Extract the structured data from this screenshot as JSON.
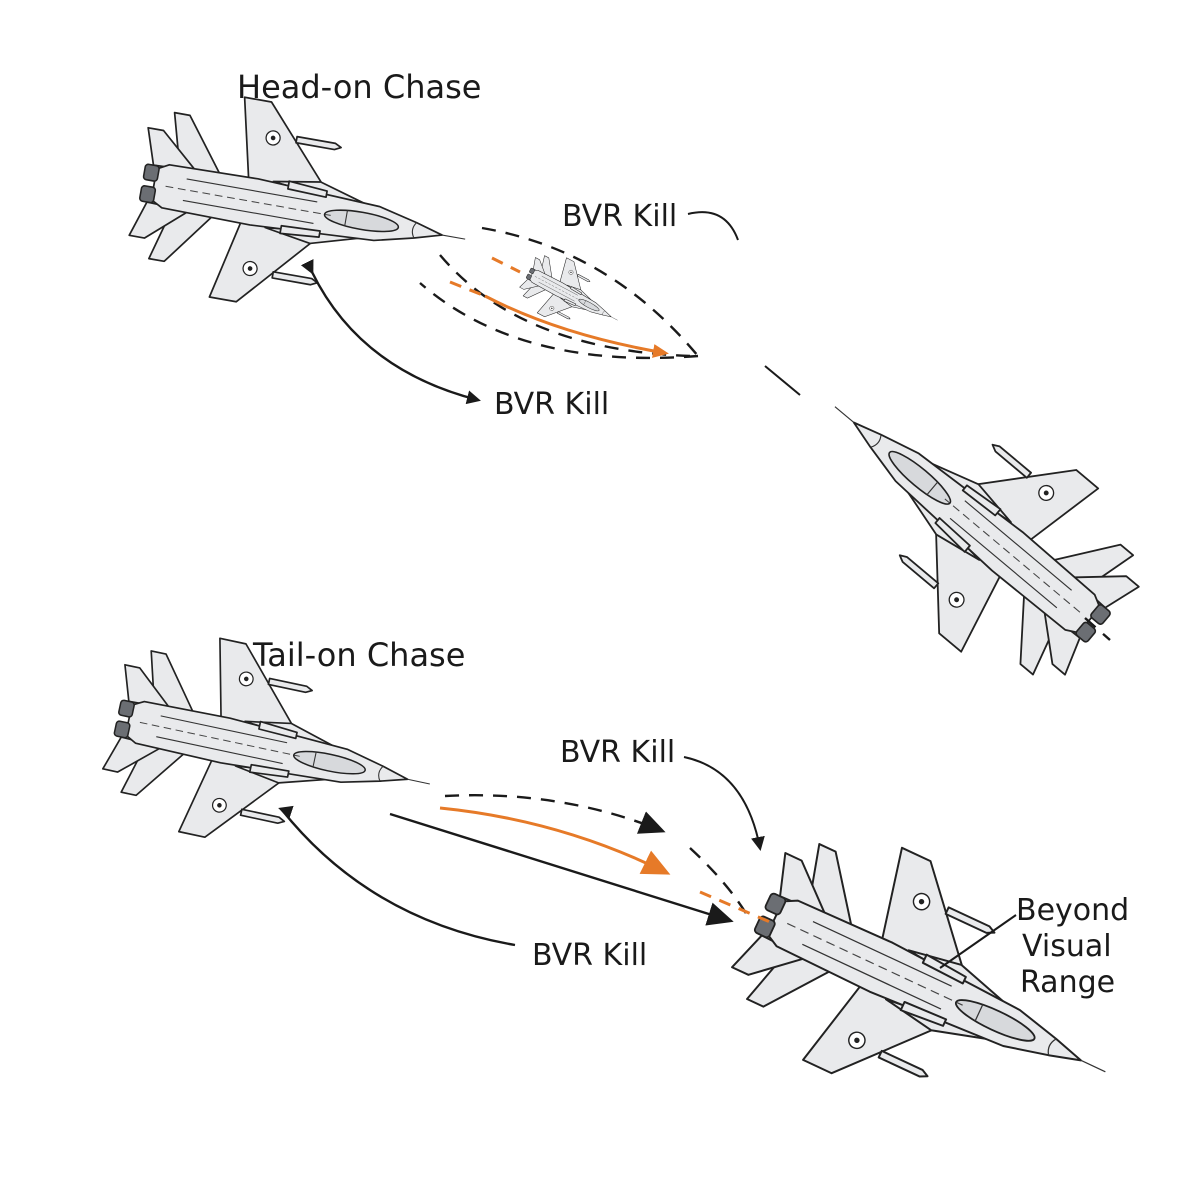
{
  "sections": {
    "head_on": {
      "title": "Head-on Chase",
      "label_upper": "BVR Kill",
      "label_lower": "BVR Kill"
    },
    "tail_on": {
      "title": "Tail-on Chase",
      "label_upper": "BVR Kill",
      "label_lower": "BVR Kill"
    }
  },
  "side_label": {
    "line1": "Beyond",
    "line2": "Visual",
    "line3": "Range"
  },
  "colors": {
    "missile_path": "#e67a28",
    "jet_fill": "#e9eaec",
    "outline": "#1a1a1a"
  }
}
